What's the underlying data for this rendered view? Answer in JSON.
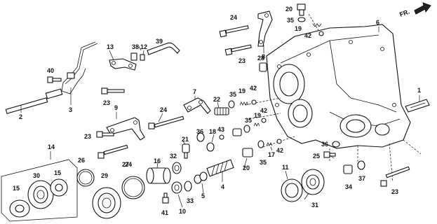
{
  "diagram": {
    "orientation_label": "FR.",
    "callouts": [
      {
        "id": "c1",
        "text": "1"
      },
      {
        "id": "c2",
        "text": "2"
      },
      {
        "id": "c3",
        "text": "3"
      },
      {
        "id": "c4",
        "text": "4"
      },
      {
        "id": "c5",
        "text": "5"
      },
      {
        "id": "c6",
        "text": "6"
      },
      {
        "id": "c7",
        "text": "7"
      },
      {
        "id": "c8",
        "text": "8"
      },
      {
        "id": "c9",
        "text": "9"
      },
      {
        "id": "c10",
        "text": "10"
      },
      {
        "id": "c11",
        "text": "11"
      },
      {
        "id": "c12",
        "text": "12"
      },
      {
        "id": "c13",
        "text": "13"
      },
      {
        "id": "c14",
        "text": "14"
      },
      {
        "id": "c15a",
        "text": "15"
      },
      {
        "id": "c15b",
        "text": "15"
      },
      {
        "id": "c16",
        "text": "16"
      },
      {
        "id": "c17",
        "text": "17"
      },
      {
        "id": "c18",
        "text": "18"
      },
      {
        "id": "c19a",
        "text": "19"
      },
      {
        "id": "c19b",
        "text": "19"
      },
      {
        "id": "c19c",
        "text": "19"
      },
      {
        "id": "c20a",
        "text": "20"
      },
      {
        "id": "c20b",
        "text": "20"
      },
      {
        "id": "c21",
        "text": "21"
      },
      {
        "id": "c22",
        "text": "22"
      },
      {
        "id": "c23a",
        "text": "23"
      },
      {
        "id": "c23b",
        "text": "23"
      },
      {
        "id": "c23c",
        "text": "23"
      },
      {
        "id": "c23d",
        "text": "23"
      },
      {
        "id": "c24a",
        "text": "24"
      },
      {
        "id": "c24b",
        "text": "24"
      },
      {
        "id": "c24c",
        "text": "24"
      },
      {
        "id": "c25",
        "text": "25"
      },
      {
        "id": "c26",
        "text": "26"
      },
      {
        "id": "c27",
        "text": "27"
      },
      {
        "id": "c28",
        "text": "28"
      },
      {
        "id": "c29",
        "text": "29"
      },
      {
        "id": "c30",
        "text": "30"
      },
      {
        "id": "c31",
        "text": "31"
      },
      {
        "id": "c32",
        "text": "32"
      },
      {
        "id": "c33",
        "text": "33"
      },
      {
        "id": "c34",
        "text": "34"
      },
      {
        "id": "c35a",
        "text": "35"
      },
      {
        "id": "c35b",
        "text": "35"
      },
      {
        "id": "c35c",
        "text": "35"
      },
      {
        "id": "c35d",
        "text": "35"
      },
      {
        "id": "c36a",
        "text": "36"
      },
      {
        "id": "c36b",
        "text": "36"
      },
      {
        "id": "c37",
        "text": "37"
      },
      {
        "id": "c38",
        "text": "38"
      },
      {
        "id": "c39",
        "text": "39"
      },
      {
        "id": "c40",
        "text": "40"
      },
      {
        "id": "c41",
        "text": "41"
      },
      {
        "id": "c42a",
        "text": "42"
      },
      {
        "id": "c42b",
        "text": "42"
      },
      {
        "id": "c42c",
        "text": "42"
      },
      {
        "id": "c42d",
        "text": "42"
      },
      {
        "id": "c43",
        "text": "43"
      }
    ]
  }
}
